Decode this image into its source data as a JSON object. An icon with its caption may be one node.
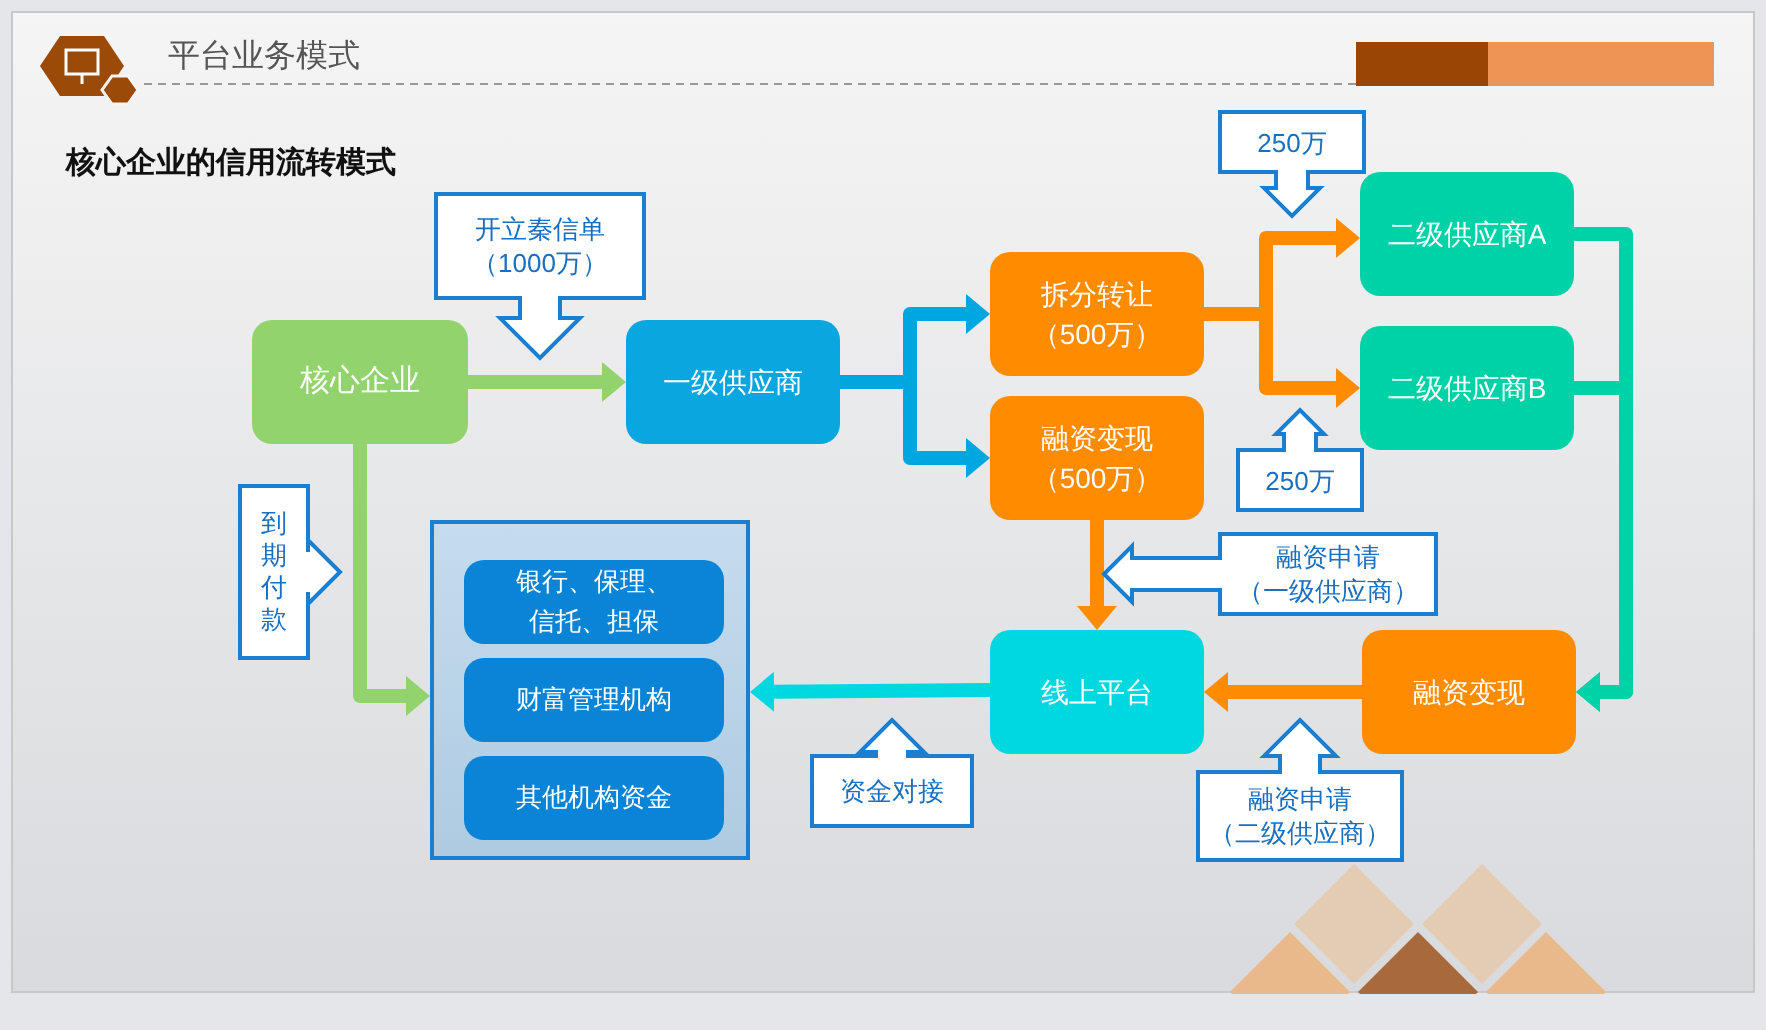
{
  "diagram": {
    "title": "核心企业的信用流转模式",
    "nodes": [
      {
        "text": [
          "核心企业"
        ]
      },
      {
        "text": [
          "一级供应商"
        ]
      },
      {
        "text": [
          "拆分转让（500万）"
        ]
      },
      {
        "text": [
          "融资变现（500万）"
        ]
      },
      {
        "text": [
          "二级供应商A"
        ]
      },
      {
        "text": [
          "二级供应商B"
        ]
      },
      {
        "text": [],
        "shape": "box"
      },
      {
        "text": [
          "银行、保理、信托、担保"
        ],
        "in": 6
      },
      {
        "text": [
          "财富管理机构"
        ],
        "in": 6
      },
      {
        "text": [
          "其他机构资金"
        ],
        "in": 6
      },
      {
        "text": [
          "线上平台"
        ]
      },
      {
        "text": [
          "融资变现"
        ]
      },
      {
        "text": [
          "开立秦信单（1000万）"
        ]
      },
      {
        "text": [
          "250万"
        ]
      },
      {
        "text": [
          "250万"
        ]
      },
      {
        "text": [
          "融资申请（一级供应商）"
        ]
      },
      {
        "text": [
          "融资申请（二级供应商）"
        ]
      },
      {
        "text": [
          "资金对接"
        ]
      },
      {
        "text": [
          "到期付款"
        ]
      }
    ],
    "edges": [
      {
        "from": 0,
        "to": 1,
        "arrow": "to",
        "color": "#92d36e"
      },
      {
        "from": 1,
        "to": 2,
        "arrow": "to",
        "color": "#00a6e0"
      },
      {
        "from": 1,
        "to": 3,
        "arrow": "to",
        "color": "#00a6e0"
      },
      {
        "from": 2,
        "to": 4,
        "arrow": "to",
        "color": "#ff8c00"
      },
      {
        "from": 2,
        "to": 5,
        "arrow": "to",
        "color": "#ff8c00"
      },
      {
        "from": 4,
        "to": 11,
        "arrow": "to",
        "color": "#00d2a8"
      },
      {
        "from": 5,
        "to": 11,
        "arrow": "to",
        "color": "#00d2a8"
      },
      {
        "from": 3,
        "to": 10,
        "arrow": "to",
        "color": "#ff8c00"
      },
      {
        "from": 11,
        "to": 10,
        "arrow": "to",
        "color": "#ff8c00"
      },
      {
        "from": 10,
        "to": 6,
        "arrow": "to",
        "color": "#00d8e0"
      },
      {
        "from": 0,
        "to": 6,
        "arrow": "to",
        "color": "#92d36e"
      }
    ],
    "labels": [
      "平台业务模式"
    ]
  }
}
